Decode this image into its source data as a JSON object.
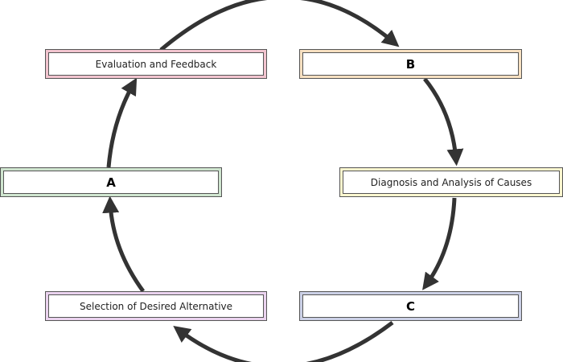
{
  "colors": {
    "arrow": "#333333",
    "evaluation_border": "#f2c4cf",
    "b_border": "#f7e0c1",
    "diagnosis_border": "#fbf6cf",
    "c_border": "#cbd0e6",
    "selection_border": "#ead2ee",
    "a_border": "#cfe5cf"
  },
  "boxes": {
    "evaluation": {
      "label": "Evaluation and Feedback"
    },
    "b": {
      "label": "B"
    },
    "diagnosis": {
      "label": "Diagnosis and Analysis of Causes"
    },
    "c": {
      "label": "C"
    },
    "selection": {
      "label": "Selection of Desired Alternative"
    },
    "a": {
      "label": "A"
    }
  }
}
